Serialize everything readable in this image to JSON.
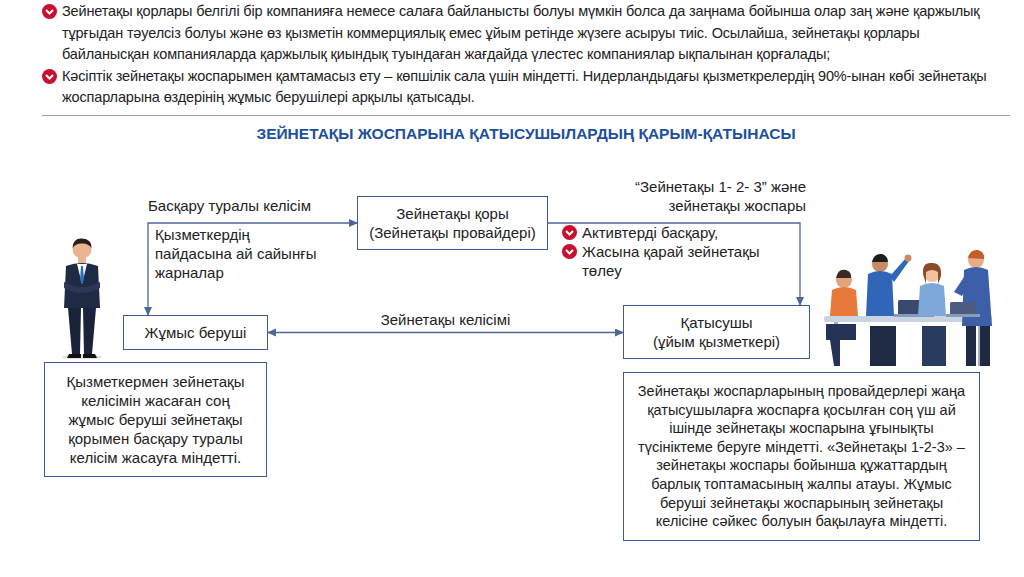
{
  "diagram": {
    "title": "ЗЕЙНЕТАҚЫ ЖОСПАРЫНА ҚАТЫСУШЫЛАРДЫҢ ҚАРЫМ-ҚАТЫНАСЫ",
    "nodes": [
      {
        "text": [
          "Зейнетақы қоры",
          "(Зейнетақы провайдері)"
        ]
      },
      {
        "text": [
          "Жұмыс беруші"
        ]
      },
      {
        "text": [
          "Қатысушы",
          "(ұйым қызметкері)"
        ]
      },
      {
        "text": [
          "Қызметкермен зейнетақы келісімін жасаған соң жұмыс беруші зейнетақы қорымен басқару туралы келісім жасауға міндетті."
        ]
      },
      {
        "text": [
          "Зейнетақы жоспарларының провайдерлері жаңа қатысушыларға жоспарға қосылған соң үш ай ішінде зейнетақы жоспарына ұғынықты түсініктеме беруге міндетті. «Зейнетақы 1-2-3» – зейнетақы жоспары бойынша құжаттардың барлық топтамасының жалпы атауы. Жұмыс беруші зейнетақы жоспарының зейнетақы келісіне сәйкес болуын бақылауға міндетті."
        ]
      }
    ],
    "edges": [
      {
        "from": 1,
        "to": 0,
        "arrow": "both",
        "label": "Басқару туралы келісім"
      },
      {
        "from": 0,
        "to": 2,
        "arrow": "to",
        "label": "“Зейнетақы 1- 2- 3” және зейнетақы жоспары"
      },
      {
        "from": 1,
        "to": 2,
        "arrow": "both",
        "label": "Зейнетақы келісімі"
      }
    ],
    "labels": [
      "Зейнетақы қорлары белгілі бір компанияға немесе салаға байланысты болуы мүмкін болса да заңнама бойынша олар заң және қаржылық тұрғыдан тәуелсіз болуы және өз қызметін коммерциялық емес ұйым ретінде жүзеге асыруы тиіс. Осылайша, зейнетақы қорлары байланысқан компанияларда қаржылық қиындық туындаған жағдайда үлестес компаниялар ықпалынан қорғалады;",
      "Кәсіптік зейнетақы жоспарымен қамтамасыз ету – көпшілік сала үшін міндетті. Нидерландыдағы қызметкрелердің 90%-ынан көбі зейнетақы жоспарларына өздерінің жұмыс берушілері арқылы қатысады.",
      "Қызметкердің пайдасына ай сайынғы жарналар",
      "Активтерді басқару,",
      "Жасына қарай зейнетақы төлеу"
    ]
  }
}
